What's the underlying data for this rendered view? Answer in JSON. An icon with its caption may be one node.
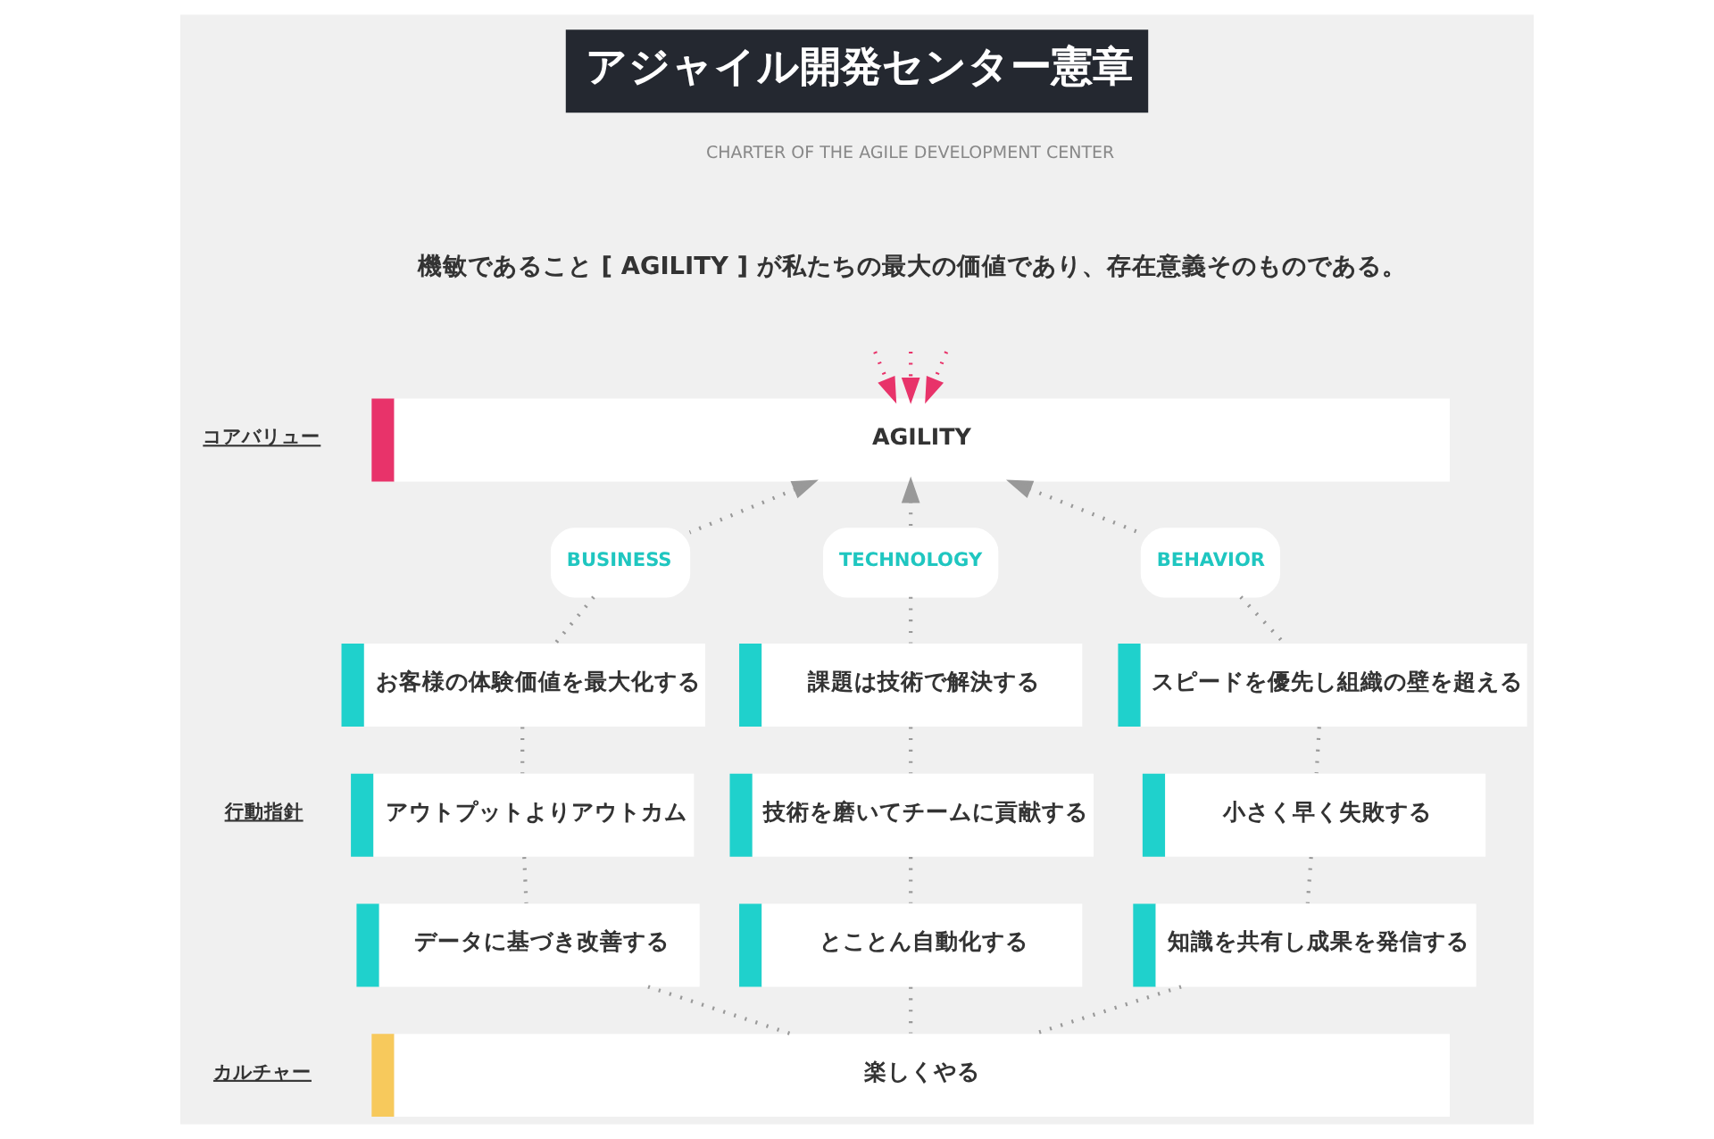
{
  "diagram": {
    "title": "アジャイル開発センター憲章",
    "nodes": [
      {
        "text": [
          "AGILITY"
        ]
      },
      {
        "text": [
          "BUSINESS"
        ]
      },
      {
        "text": [
          "TECHNOLOGY"
        ]
      },
      {
        "text": [
          "BEHAVIOR"
        ]
      },
      {
        "text": [
          "お客様の体験価値を最大化する"
        ]
      },
      {
        "text": [
          "課題は技術で解決する"
        ]
      },
      {
        "text": [
          "スピードを優先し組織の壁を超える"
        ]
      },
      {
        "text": [
          "アウトプットよりアウトカム"
        ]
      },
      {
        "text": [
          "技術を磨いてチームに貢献する"
        ]
      },
      {
        "text": [
          "小さく早く失敗する"
        ]
      },
      {
        "text": [
          "データに基づき改善する"
        ]
      },
      {
        "text": [
          "とことん自動化する"
        ]
      },
      {
        "text": [
          "知識を共有し成果を発信する"
        ]
      },
      {
        "text": [
          "楽しくやる"
        ]
      }
    ],
    "edges": [
      {
        "from": null,
        "to": 0,
        "arrow": "to",
        "style": "dashed",
        "color": "#e8336a"
      },
      {
        "from": null,
        "to": 0,
        "arrow": "to",
        "style": "dashed",
        "color": "#e8336a"
      },
      {
        "from": null,
        "to": 0,
        "arrow": "to",
        "style": "dashed",
        "color": "#e8336a"
      },
      {
        "from": 1,
        "to": 0,
        "arrow": "to",
        "style": "dashed"
      },
      {
        "from": 2,
        "to": 0,
        "arrow": "to",
        "style": "dashed"
      },
      {
        "from": 3,
        "to": 0,
        "arrow": "to",
        "style": "dashed"
      },
      {
        "from": 1,
        "to": 4,
        "arrow": "none",
        "style": "dashed"
      },
      {
        "from": 2,
        "to": 5,
        "arrow": "none",
        "style": "dashed"
      },
      {
        "from": 3,
        "to": 6,
        "arrow": "none",
        "style": "dashed"
      },
      {
        "from": 4,
        "to": 7,
        "arrow": "none",
        "style": "dashed"
      },
      {
        "from": 5,
        "to": 8,
        "arrow": "none",
        "style": "dashed"
      },
      {
        "from": 6,
        "to": 9,
        "arrow": "none",
        "style": "dashed"
      },
      {
        "from": 7,
        "to": 10,
        "arrow": "none",
        "style": "dashed"
      },
      {
        "from": 8,
        "to": 11,
        "arrow": "none",
        "style": "dashed"
      },
      {
        "from": 9,
        "to": 12,
        "arrow": "none",
        "style": "dashed"
      },
      {
        "from": 10,
        "to": 13,
        "arrow": "none",
        "style": "dashed"
      },
      {
        "from": 11,
        "to": 13,
        "arrow": "none",
        "style": "dashed"
      },
      {
        "from": 12,
        "to": 13,
        "arrow": "none",
        "style": "dashed"
      }
    ],
    "labels": [
      "CHARTER OF THE AGILE DEVELOPMENT CENTER",
      "機敏であること [ AGILITY ] が私たちの最大の価値であり、存在意義そのものである。",
      "コアバリュー",
      "行動指針",
      "カルチャー"
    ]
  }
}
